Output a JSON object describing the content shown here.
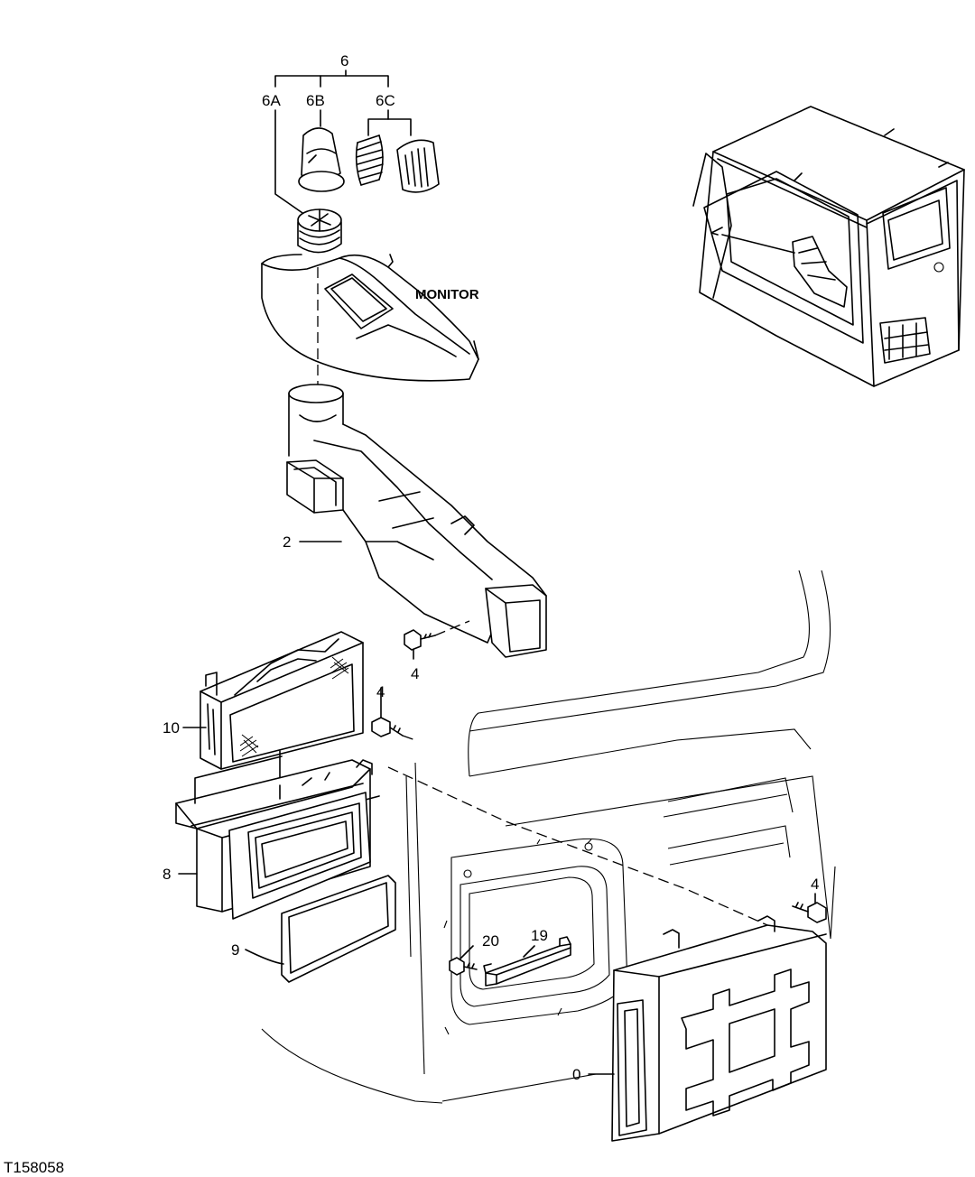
{
  "labels": {
    "p6": "6",
    "p6a": "6A",
    "p6b": "6B",
    "p6c": "6C",
    "monitor": "MONITOR",
    "p2": "2",
    "p4_upper": "4",
    "p4_mid": "4",
    "p4_right": "4",
    "p10": "10",
    "p8": "8",
    "p9": "9",
    "p20": "20",
    "p19": "19",
    "p0": "0",
    "figure_id": "T158058"
  }
}
